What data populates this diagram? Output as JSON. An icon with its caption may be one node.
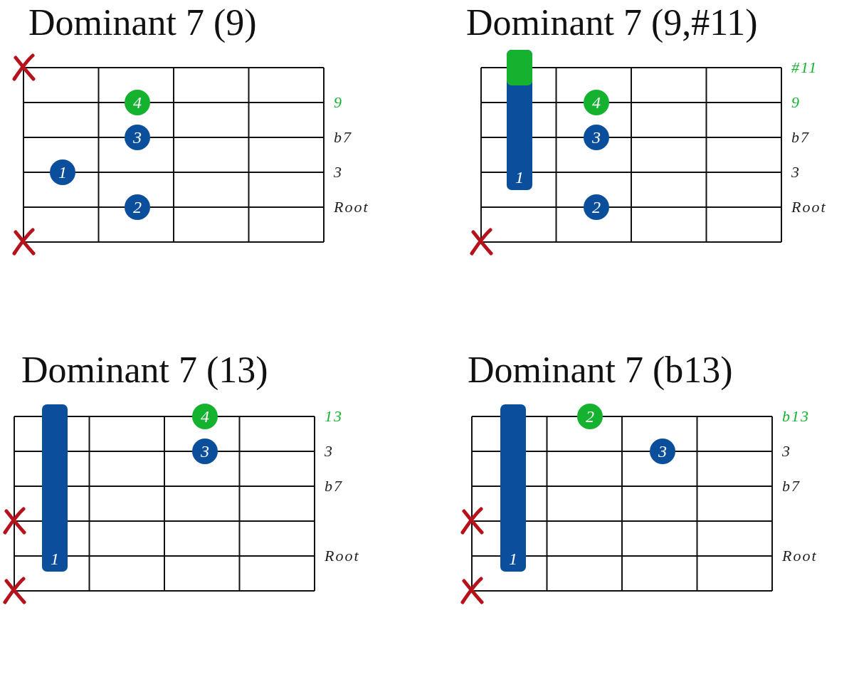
{
  "diagram": {
    "nodes": [
      {
        "text": [
          "Dominant 7 (9)"
        ]
      },
      {
        "text": [
          "4"
        ],
        "in": 0
      },
      {
        "text": [
          "3"
        ],
        "in": 0
      },
      {
        "text": [
          "1"
        ],
        "in": 0
      },
      {
        "text": [
          "2"
        ],
        "in": 0
      },
      {
        "text": [
          "Dominant 7 (9,#11)"
        ]
      },
      {
        "text": [
          "1"
        ],
        "in": 5
      },
      {
        "text": [],
        "shape": "box",
        "in": 6
      },
      {
        "text": [
          "4"
        ],
        "in": 5
      },
      {
        "text": [
          "3"
        ],
        "in": 5
      },
      {
        "text": [
          "2"
        ],
        "in": 5
      },
      {
        "text": [
          "Dominant 7 (13)"
        ]
      },
      {
        "text": [
          "1"
        ],
        "in": 11
      },
      {
        "text": [
          "4"
        ],
        "in": 11
      },
      {
        "text": [
          "3"
        ],
        "in": 11
      },
      {
        "text": [
          "Dominant 7 (b13)"
        ]
      },
      {
        "text": [
          "1"
        ],
        "in": 15
      },
      {
        "text": [
          "2"
        ],
        "in": 15
      },
      {
        "text": [
          "3"
        ],
        "in": 15
      }
    ],
    "edges": [],
    "labels": [
      "9",
      "b7",
      "3",
      "Root",
      "#11",
      "9",
      "b7",
      "3",
      "Root",
      "13",
      "3",
      "b7",
      "Root",
      "b13",
      "3",
      "b7",
      "Root"
    ]
  }
}
